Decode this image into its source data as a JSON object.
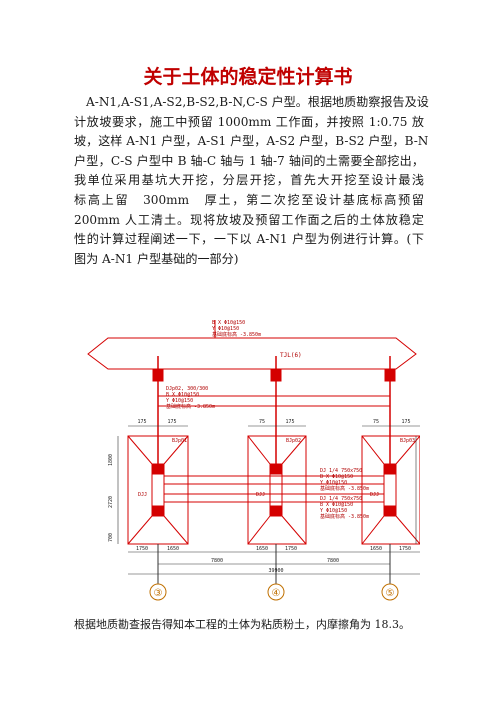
{
  "title": "关于土体的稳定性计算书",
  "paragraph_lines": [
    "A-N1,A-S1,A-S2,B-S2,B-N,C-S 户型。根据地质勘察报告及设",
    "计放坡要求，施工中预留 1000mm 工作面，并按照 1:0.75 放",
    "坡，这样 A-N1 户型，A-S1 户型，A-S2 户型，B-S2 户型，B-N",
    "户型，C-S 户型中 B 轴-C 轴与 1 轴-7 轴间的土需要全部挖出，",
    "我单位采用基坑大开挖，分层开挖，首先大开挖至设计最浅",
    "标高上留　300mm　厚土，第二次挖至设计基底标高预留",
    "200mm 人工清土。现将放坡及预留工作面之后的土体放稳定",
    "性的计算过程阐述一下，一下以 A-N1 户型为例进行计算。(下",
    "图为 A-N1 户型基础的一部分)"
  ],
  "footer_text": "根据地质勘查报告得知本工程的土体为粘质粉土，内摩擦角为 18.3。",
  "drawing": {
    "axis_labels": [
      "③",
      "④",
      "⑤"
    ],
    "beam_label": "TJL(6)",
    "footing_labels": [
      "DJJ",
      "DJJ",
      "DJJ"
    ],
    "pile_tags": [
      "BJp01",
      "BJp02",
      "BJp03"
    ],
    "top_note": [
      "B X Φ10@150",
      "Y Φ10@150",
      "基础底标高 -3.850m"
    ],
    "note_left": [
      "DJp02, 300/300",
      "B X Φ10@150",
      "Y Φ10@150",
      "基础底标高 -3.850m"
    ],
    "note_right": [
      "DJ 1/4  750x750",
      "B X Φ10@150",
      "Y Φ10@150",
      "基础底标高 -3.850m"
    ],
    "note_right2": [
      "DJ 1/4  750x750",
      "B X Φ10@150",
      "Y Φ10@150",
      "基础底标高 -3.850m"
    ],
    "top_dims": [
      "175",
      "175",
      "75",
      "175",
      "75",
      "175"
    ],
    "bottom_dims": [
      "1750",
      "1650",
      "1650",
      "1750",
      "1650",
      "1750"
    ],
    "span_dims": [
      "7800",
      "7800"
    ],
    "total_dim": "39900",
    "vertical_dims": [
      "1800",
      "2720",
      "700"
    ],
    "colors": {
      "line": "#d40000",
      "text": "#111111"
    }
  }
}
